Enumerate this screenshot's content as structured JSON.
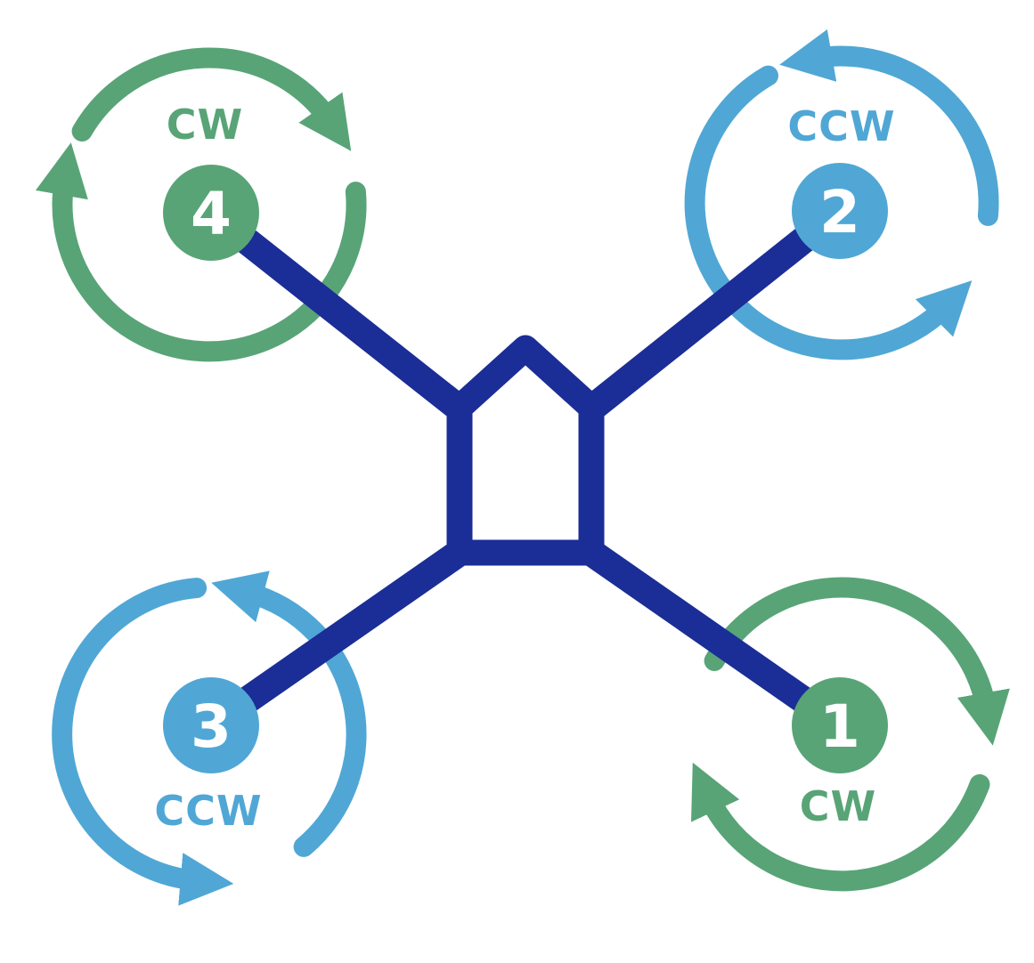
{
  "colors": {
    "frame": "#1B2D96",
    "cw": "#58A477",
    "ccw": "#50A7D5",
    "number": "#FFFFFF",
    "background": "#FFFFFF"
  },
  "motors": [
    {
      "number": "1",
      "direction": "CW",
      "position": "bottom-right",
      "color": "#58A477"
    },
    {
      "number": "2",
      "direction": "CCW",
      "position": "top-right",
      "color": "#50A7D5"
    },
    {
      "number": "3",
      "direction": "CCW",
      "position": "bottom-left",
      "color": "#50A7D5"
    },
    {
      "number": "4",
      "direction": "CW",
      "position": "top-left",
      "color": "#58A477"
    }
  ]
}
